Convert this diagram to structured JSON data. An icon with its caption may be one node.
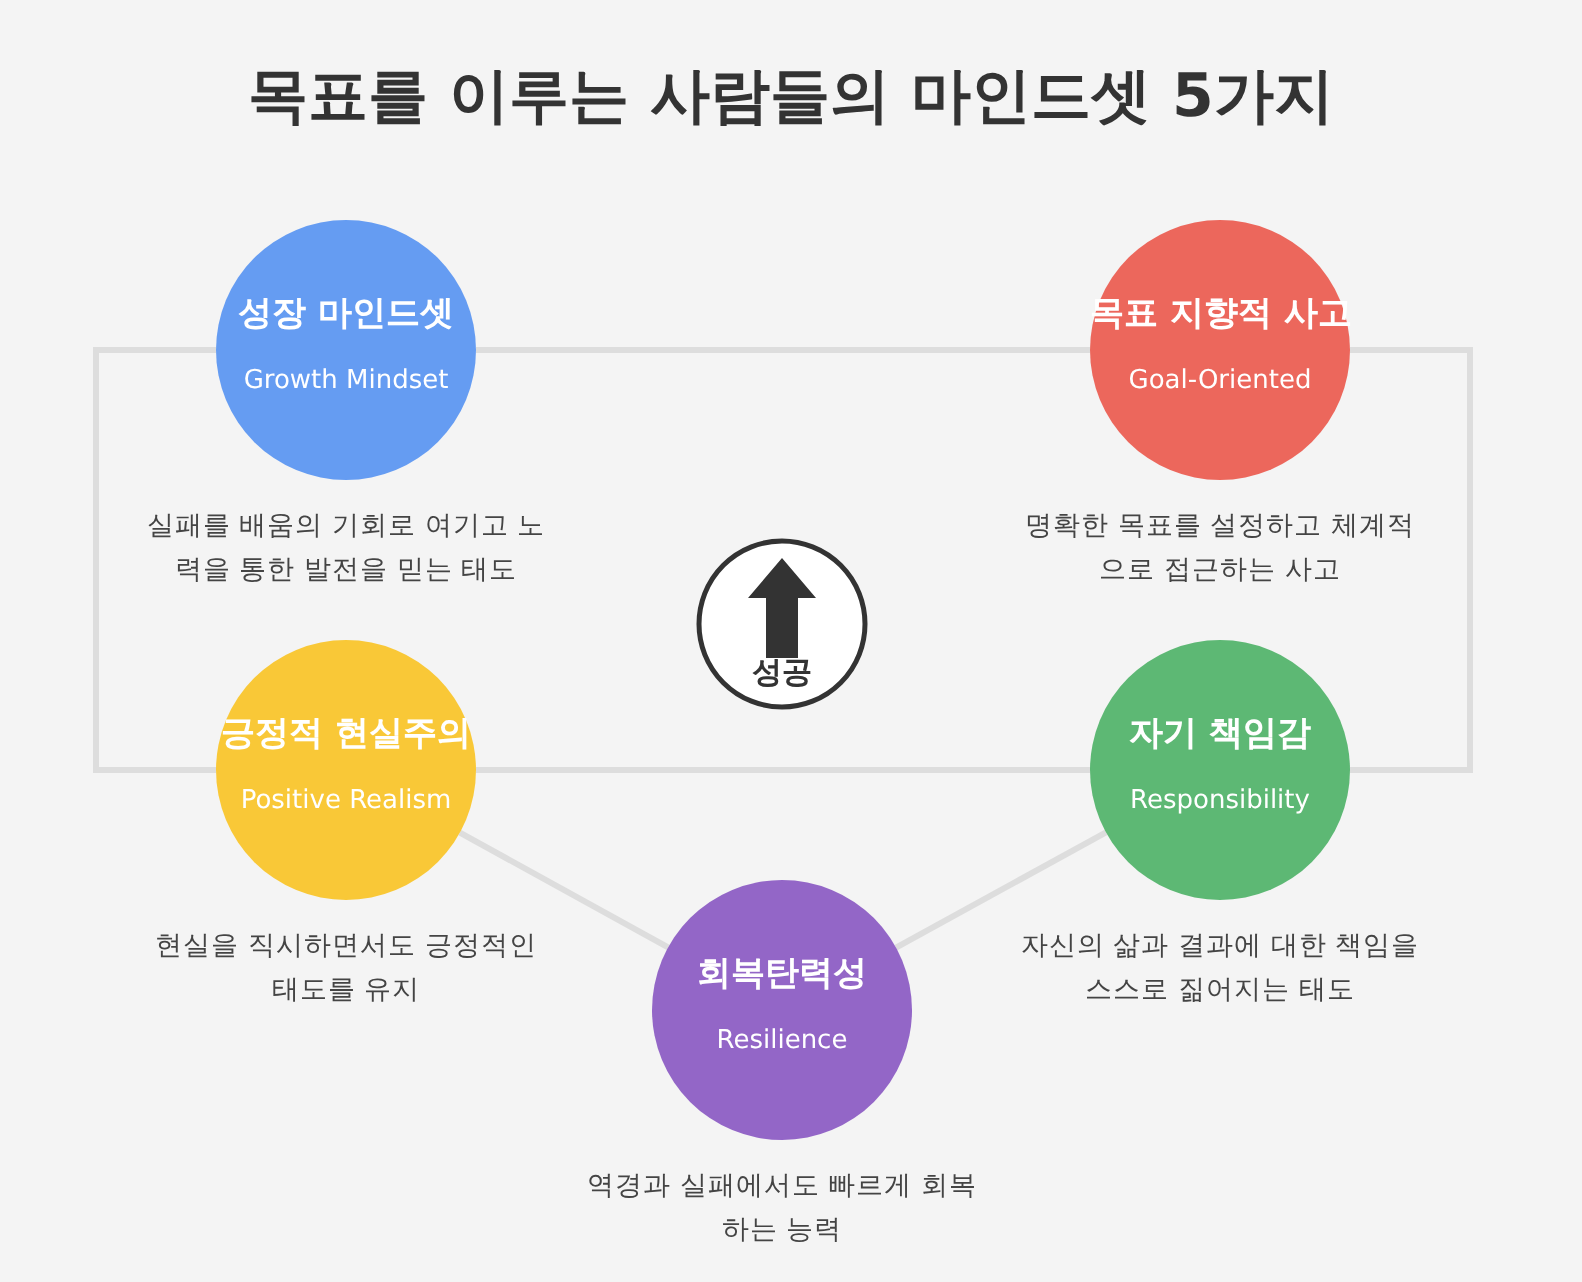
{
  "diagram": {
    "title": "목표를 이루는 사람들의 마인드셋 5가지",
    "nodes": [
      {
        "text": [
          "성장 마인드셋",
          "Growth Mindset"
        ],
        "beside": [
          "실패를 배움의 기회로 여기고 노력을 통한 발전을 믿는 태도"
        ]
      },
      {
        "text": [
          "목표 지향적 사고",
          "Goal-Oriented"
        ],
        "beside": [
          "명확한 목표를 설정하고 체계적으로 접근하는 사고"
        ]
      },
      {
        "text": [
          "긍정적 현실주의",
          "Positive Realism"
        ],
        "beside": [
          "현실을 직시하면서도 긍정적인 태도를 유지"
        ]
      },
      {
        "text": [
          "자기 책임감",
          "Responsibility"
        ],
        "beside": [
          "자신의 삶과 결과에 대한 책임을 스스로 짊어지는 태도"
        ]
      },
      {
        "text": [
          "회복탄력성",
          "Resilience"
        ],
        "beside": [
          "역경과 실패에서도 빠르게 회복하는 능력"
        ]
      },
      {
        "text": [
          "성공"
        ]
      }
    ],
    "edges": [
      {
        "from": 0,
        "to": 1,
        "arrow": "none"
      },
      {
        "from": 0,
        "to": 2,
        "arrow": "none"
      },
      {
        "from": 1,
        "to": 3,
        "arrow": "none"
      },
      {
        "from": 2,
        "to": 3,
        "arrow": "none"
      },
      {
        "from": 2,
        "to": 4,
        "arrow": "none"
      },
      {
        "from": 3,
        "to": 4,
        "arrow": "none"
      }
    ]
  }
}
